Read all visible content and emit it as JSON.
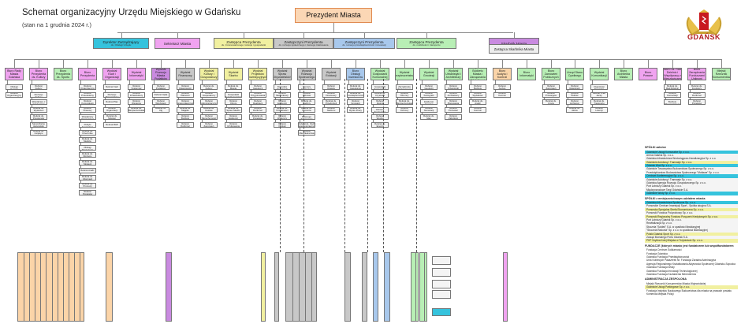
{
  "header": {
    "title": "Schemat organizacyjny Urzędu Miejskiego w Gdańsku",
    "subtitle": "(stan na 1 grudnia 2024 r.)",
    "logo_text": "GDAŃSK"
  },
  "colors": {
    "president": "#fbd7b5",
    "cyan": "#35c3dd",
    "pink": "#f0a3f0",
    "yellow": "#f1f0a0",
    "gray": "#c8c8c8",
    "blue": "#a8c8ec",
    "green": "#b8efb5",
    "purple": "#c98ae0",
    "orange": "#fbd4a8",
    "light": "#f4f4f4"
  },
  "president": {
    "label": "Prezydent Miasta"
  },
  "level1": [
    {
      "label": "Dyrektor Zarządzający",
      "sub": "ds. Obsługi Urzędu",
      "color": "cyan"
    },
    {
      "label": "Sekretarz Miasta",
      "sub": "",
      "color": "pink"
    },
    {
      "label": "Zastępca Prezydenta",
      "sub": "ds. zrównoważonego rozwoju i gospodarki",
      "color": "yellow"
    },
    {
      "label": "Zastępczyni Prezydenta",
      "sub": "ds. rozwoju społecznego i równego traktowania",
      "color": "gray"
    },
    {
      "label": "Zastępczyni Prezydenta",
      "sub": "ds. rozwoju przedsiębiorczości i innowacji",
      "color": "blue"
    },
    {
      "label": "Zastępca Prezydenta",
      "sub": "ds. mobilności i transportu",
      "color": "green"
    },
    {
      "label": "Skarbnik Miasta",
      "sub": "",
      "color": "purple"
    }
  ],
  "treasurer_deputy": {
    "label": "Zastępca Skarbnika Miasta"
  },
  "departments": [
    {
      "label": "Biuro Rady Miasta Gdańska",
      "color": "pink"
    },
    {
      "label": "Biuro Prezydenta ds. Kultury",
      "color": "pink"
    },
    {
      "label": "Biuro Prezydenta ds. Sportu",
      "color": "green"
    },
    {
      "label": "Biuro Prezydenta",
      "color": "pink"
    },
    {
      "label": "Wydział Kadr i Organizacji",
      "color": "pink"
    },
    {
      "label": "Wydział Informatyki",
      "color": "pink"
    },
    {
      "label": "Wydział Rozwoju Miasta Podatków",
      "color": "purple"
    },
    {
      "label": "Wydział Finansowy",
      "color": "gray"
    },
    {
      "label": "Wydział Kultury i Gospodarczy",
      "color": "yellow"
    },
    {
      "label": "Wydział Skarbu",
      "color": "yellow"
    },
    {
      "label": "Wydział Projektów Inwestycyjnych",
      "color": "yellow"
    },
    {
      "label": "Wydział Spraw Obywatelskich",
      "color": "gray"
    },
    {
      "label": "Wydział Rozwoju Społecznego",
      "color": "gray"
    },
    {
      "label": "Wydział Edukacji",
      "color": "gray"
    },
    {
      "label": "Biuro Obsługi Inwestorów",
      "color": "blue"
    },
    {
      "label": "Wydział Gospodarki Komunalnej",
      "color": "green"
    },
    {
      "label": "Wydział Bezpieczeństwa",
      "color": "green"
    },
    {
      "label": "Wydział Geodezji",
      "color": "green"
    },
    {
      "label": "Wydział Urbanistyki i Architektury",
      "color": "green"
    },
    {
      "label": "Wydział Budżetu Miasta i Zarządzania Wydatkami",
      "color": "green"
    },
    {
      "label": "Biuro Audytu i Kontroli",
      "color": "orange"
    },
    {
      "label": "Biuro Informatyki",
      "color": "green"
    },
    {
      "label": "Biuro Zamówień Publicznych",
      "color": "green"
    },
    {
      "label": "Urząd Stanu Cywilnego",
      "color": "green"
    },
    {
      "label": "Wydział Komunikacji",
      "color": "green"
    },
    {
      "label": "Biuro Architekta Miasta",
      "color": "green"
    },
    {
      "label": "Biuro Prawne",
      "color": "pink"
    },
    {
      "label": "Biuro ds. Rad Dzielnic i Współpracy z Mieszkańcami",
      "color": "pink"
    },
    {
      "label": "Biuro Zarządzania Funduszami Unijnymi",
      "color": "pink"
    },
    {
      "label": "Miejski Rzecznik Konsumentów",
      "color": "green"
    }
  ],
  "subunits": [
    [
      "Referat ds. Obsługi Komisji",
      "Referat Organizacyjny"
    ],
    [
      "Referat Kultury",
      "Referat ds. Rozwoju Kultury",
      "Referat ds. Współpracy z Instytucjami",
      "Referat ds. Wydarzeń",
      "Referat ds. Programów",
      "Samodzielne stanowisko",
      "Referat ds. Inicjatyw"
    ],
    [],
    [
      "Referat Organizacyjny",
      "Referat Protokolarny",
      "Referat Komunikacji",
      "Referat Prasowy",
      "Referat ds. Współpracy Zagranicznej",
      "Referat ds. Polityki Senioralnej",
      "Referat ds. Rzecznika",
      "Referat ds. Mediów",
      "Referat Obsługi Prezydenta",
      "Referat ds. Rozwoju",
      "Referat ds. Strategii",
      "Referat Analiz",
      "Referat ds. Informacji",
      "Referat ds. Promocji",
      "Referat Projektów"
    ],
    [
      "Referat Kadr",
      "Referat ds. Rozwoju Pracowników",
      "Referat Płac",
      "Referat Organizacji",
      "Referat ds. Szkoleń",
      "Referat BHP"
    ],
    [
      "Referat Systemów",
      "Referat Infrastruktury",
      "Referat Wsparcia",
      "Referat ds. Bezpieczeństwa"
    ],
    [
      "Referat Podatków",
      "Referat Opłat",
      "Referat Windykacji",
      "Referat ds. Ulg"
    ],
    [
      "Referat Księgowości",
      "Referat Płatności",
      "Referat Sprawozdawczości",
      "Referat ds. Majątku",
      "Referat Budżetu",
      "Referat Rozliczeń"
    ],
    [
      "Referat ds. Kultury",
      "Referat Gospodarczy",
      "Referat Administracyjny",
      "Referat ds. Dostaw",
      "Referat Nieruchomości",
      "Referat Zamówień"
    ],
    [
      "Referat ds. Mienia",
      "Referat Gospodarki Nieruchomościami",
      "Referat Obrotu",
      "Referat ds. Spraw Skarbu",
      "Referat Ewidencji",
      "Referat Użytkowania"
    ],
    [
      "Referat Inwestycji",
      "Referat Przygotowania",
      "Referat Realizacji",
      "Referat Rozliczeń",
      "Referat ds. Projektów"
    ],
    [
      "Referat Dowodów Osobistych",
      "Referat Meldunkowy",
      "Referat Ewidencji",
      "Referat ds. Działalności",
      "Referat Wyborczy",
      "Referat Obsługi"
    ],
    [
      "Referat Pomocy Społecznej",
      "Referat Zdrowia",
      "Referat ds. Rodziny",
      "Referat ds. Seniorów",
      "Referat ds. Równego Traktowania",
      "Referat ds. Osób Niepełnosprawnych",
      "Referat Mieszkalnictwa"
    ],
    [
      "Referat Oświaty",
      "Referat Finansowy",
      "Referat ds. Przedszkoli",
      "Referat Nadzoru"
    ],
    [
      "Referat ds. Inwestorów",
      "Referat ds. Przedsiębiorczości",
      "Referat Innowacji",
      "Referat ds. Rynku Pracy"
    ],
    [
      "Referat Gospodarki Komunalnej",
      "Referat ds. Czystości",
      "Referat Zieleni",
      "Referat Ochrony Środowiska",
      "Referat Wodny",
      "Referat ds. Energii"
    ],
    [
      "Referat Zarządzania Kryzysowego",
      "Referat Obronny",
      "Referat ds. Bezpieczeństwa",
      "Referat Ochrony"
    ],
    [
      "Referat Geodezji",
      "Referat Kartografii",
      "Referat Ewidencji Gruntów",
      "Referat Numeracji",
      "Referat ds. Map"
    ],
    [
      "Referat Urbanistyki",
      "Referat Architektury",
      "Referat Planowania",
      "Referat Pozwoleń",
      "Referat Zabytków"
    ],
    [
      "Referat Budżetu",
      "Referat Wydatków",
      "Referat ds. Analiz",
      "Referat Kontroli"
    ],
    [
      "Referat Audytu",
      "Referat Kontroli"
    ],
    [],
    [
      "Referat Zamówień",
      "Referat Przetargów",
      "Referat ds. Umów"
    ],
    [
      "Referat Rejestracji",
      "Referat Ślubów",
      "Referat Archiwum",
      "Referat ds. Aktów"
    ],
    [
      "Referat Rejestracji Pojazdów",
      "Referat Praw Jazdy",
      "Referat ds. Transportu",
      "Referat Licencji"
    ],
    [],
    [],
    [
      "Referat ds. Rad Dzielnic",
      "Referat Konsultacji",
      "Referat ds. Budżetu Obywatelskiego"
    ],
    [
      "Referat ds. Funduszy",
      "Referat Rozliczeń",
      "Referat Projektów"
    ],
    []
  ],
  "companies": [
    {
      "header": "SPÓŁKI zależne",
      "items": [
        {
          "label": "Gdańskie Usługi Komunalne Sp. z o.o.",
          "color": "cyan"
        },
        {
          "label": "Arena Gdańsk Sp. z o.o.",
          "color": "light"
        },
        {
          "label": "Gdańska Infrastruktura Wodociągowo-Kanalizacyjna Sp. z o.o.",
          "color": "light"
        },
        {
          "label": "Gdańskie Autobusy i Tramwaje Sp. z o.o.",
          "color": "yellow"
        },
        {
          "label": "Gdańsk Wod Sp. z o.o.",
          "color": "cyan"
        },
        {
          "label": "Gdańskie Towarzystwo Budownictwa Społecznego Sp. z o.o.",
          "color": "light"
        },
        {
          "label": "Przedsiębiorstwo Budownictwa Społecznego \"Motława\" Sp. z o.o.",
          "color": "light"
        },
        {
          "label": "Centrum Konferencyjne Sp. z o.o.",
          "color": "cyan"
        },
        {
          "label": "Gdańskie Autobusy i Tramwaje Sp. z o.o.",
          "color": "light"
        },
        {
          "label": "Gdańska Agencja Rozwoju Gospodarczego Sp. z o.o.",
          "color": "light"
        },
        {
          "label": "Port Lotniczy Gdańsk Sp. z o.o.",
          "color": "light"
        },
        {
          "label": "Międzynarodowe Targi Gdańskie S.A.",
          "color": "light"
        },
        {
          "label": "Gdańskie Wody Sp. z o.o.",
          "color": "cyan"
        }
      ]
    },
    {
      "header": "SPÓŁKI z mniejszościowym udziałem miasta",
      "items": [
        {
          "label": "Gdańska Infrastruktura Społeczna Sp. z o.o.",
          "color": "cyan"
        },
        {
          "label": "Pomorskie Centrum Inwestycji Sport - Spółka akcyjna S.A.",
          "color": "light"
        },
        {
          "label": "Pomorska Specjalna Strefa Ekonomiczna Sp. z o.o.",
          "color": "yellow"
        },
        {
          "label": "Pomorski Fundusz Pożyczkowy Sp. z o.o.",
          "color": "light"
        },
        {
          "label": "Pomorski Regionalny Fundusz Poręczeń Kredytowych Sp. z o.o.",
          "color": "yellow"
        },
        {
          "label": "Port Lotniczy Gdańsk Sp. z o.o.",
          "color": "light"
        },
        {
          "label": "Rewitalizacja Sp. z o.o.",
          "color": "light"
        },
        {
          "label": "Stocznia \"Sołdek\" S.A. w upadłości likwidacyjnej",
          "color": "light"
        },
        {
          "label": "\"Stocznia Radunia\" Sp. z o.o. w upadłości likwidacyjnej",
          "color": "light"
        },
        {
          "label": "Polski Gdańsk Sport Sp. z o.o.",
          "color": "yellow"
        },
        {
          "label": "Zarząd Morskiego Portu Gdańsk S.A.",
          "color": "light"
        },
        {
          "label": "PKP Szybka Kolej Miejska w Trójmieście Sp. z o.o.",
          "color": "yellow"
        }
      ]
    },
    {
      "header": "FUNDACJE (których miasto jest fundatorem lub współfundatorem",
      "items": [
        {
          "label": "Fundacja Centrum Solidarności",
          "color": "none"
        },
        {
          "label": "Fundacja Gdańska",
          "color": "none"
        },
        {
          "label": "Gdańska Fundacja Przedsiębiorczości",
          "color": "none"
        },
        {
          "label": "Unia Kobiecych Pasażerek Nr. Fundacja Zaradna Admiracyjna",
          "color": "none"
        },
        {
          "label": "Agencja Regionalnego Kształtowania Aktywności Społecznej Gdańsko-Sopocka",
          "color": "none"
        },
        {
          "label": "Gdańska Fundacja Wody",
          "color": "none"
        },
        {
          "label": "Gdańska Fundacja Innowacji Technologicznej",
          "color": "none"
        },
        {
          "label": "Gdańska Fundacja Kształcenia Menedżerów",
          "color": "none"
        }
      ]
    },
    {
      "header": "ADMINISTRACJA ZESPOLONA",
      "items": [
        {
          "label": "Miejski Rzecznik Konsumentów Miasta Wojewódzkiej",
          "color": "none"
        },
        {
          "label": "Gdańskie Usługi Parkingowe Sp. z o.o.",
          "color": "yellow"
        },
        {
          "label": "Fundacja Instytutu Naukowego Budownictwa dla miasta na prawach powiatu",
          "color": "none"
        },
        {
          "label": "Komenda Miejska Policji",
          "color": "none"
        }
      ]
    }
  ]
}
